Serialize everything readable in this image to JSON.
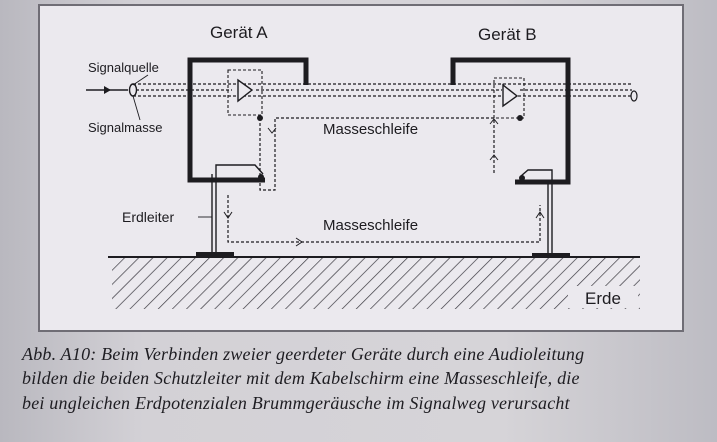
{
  "diagram": {
    "device_a_label": "Gerät A",
    "device_b_label": "Gerät B",
    "signal_source_label": "Signalquelle",
    "signal_ground_label": "Signalmasse",
    "ground_loop_upper_label": "Masseschleife",
    "ground_loop_lower_label": "Masseschleife",
    "earth_conductor_label": "Erdleiter",
    "earth_label": "Erde"
  },
  "caption": {
    "line1": "Abb. A10: Beim Verbinden zweier geerdeter Geräte durch eine Audioleitung",
    "line2": "bilden die beiden Schutzleiter mit dem Kabelschirm eine Masseschleife, die",
    "line3": "bei ungleichen Erdpotenzialen Brummgeräusche im Signalweg verursacht"
  },
  "colors": {
    "paper": "#ebe9ee",
    "ink": "#1d1c20",
    "hatch": "#3a3940"
  }
}
